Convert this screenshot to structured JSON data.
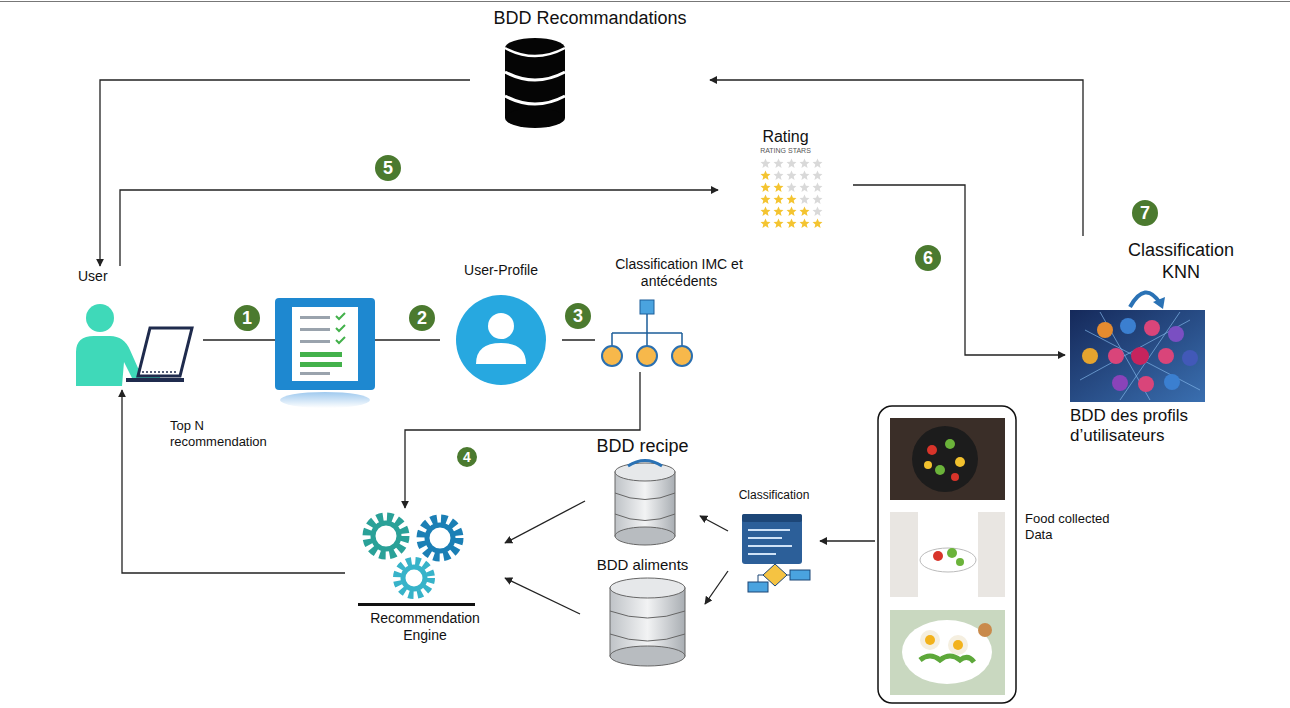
{
  "diagram": {
    "nodes": [
      {
        "text": [
          "BDD Recommandations"
        ]
      },
      {
        "text": [
          "Rating",
          "RATING STARS"
        ]
      },
      {
        "text": [
          "User"
        ]
      },
      {
        "text": [
          "User-Profile"
        ]
      },
      {
        "text": [
          "Classification IMC et antécédents"
        ]
      },
      {
        "text": [
          "Classification KNN",
          "BDD des profils d’utilisateurs"
        ]
      },
      {
        "text": [
          "BDD recipe"
        ]
      },
      {
        "text": [
          "BDD aliments"
        ]
      },
      {
        "text": [
          "Classification"
        ]
      },
      {
        "text": [
          "Recommendation Engine"
        ]
      },
      {
        "text": [
          "Food collected Data"
        ]
      }
    ],
    "edges": [
      {
        "from": 2,
        "to": 3,
        "arrow": "none"
      },
      {
        "from": 3,
        "to": 4,
        "arrow": "none"
      },
      {
        "from": 4,
        "to": 9,
        "arrow": "to"
      },
      {
        "from": 6,
        "to": 9,
        "arrow": "to"
      },
      {
        "from": 7,
        "to": 9,
        "arrow": "to"
      },
      {
        "from": 8,
        "to": 6,
        "arrow": "to"
      },
      {
        "from": 8,
        "to": 7,
        "arrow": "to"
      },
      {
        "from": 10,
        "to": 8,
        "arrow": "to"
      },
      {
        "from": 9,
        "to": 2,
        "label": "Top N recommendation",
        "arrow": "to"
      },
      {
        "from": 2,
        "to": 1,
        "arrow": "to"
      },
      {
        "from": 1,
        "to": 5,
        "arrow": "to"
      },
      {
        "from": 5,
        "to": 0,
        "arrow": "to"
      },
      {
        "from": 0,
        "to": 2,
        "arrow": "to"
      }
    ],
    "labels": [
      "1",
      "2",
      "3",
      "4",
      "5",
      "6",
      "7"
    ]
  }
}
